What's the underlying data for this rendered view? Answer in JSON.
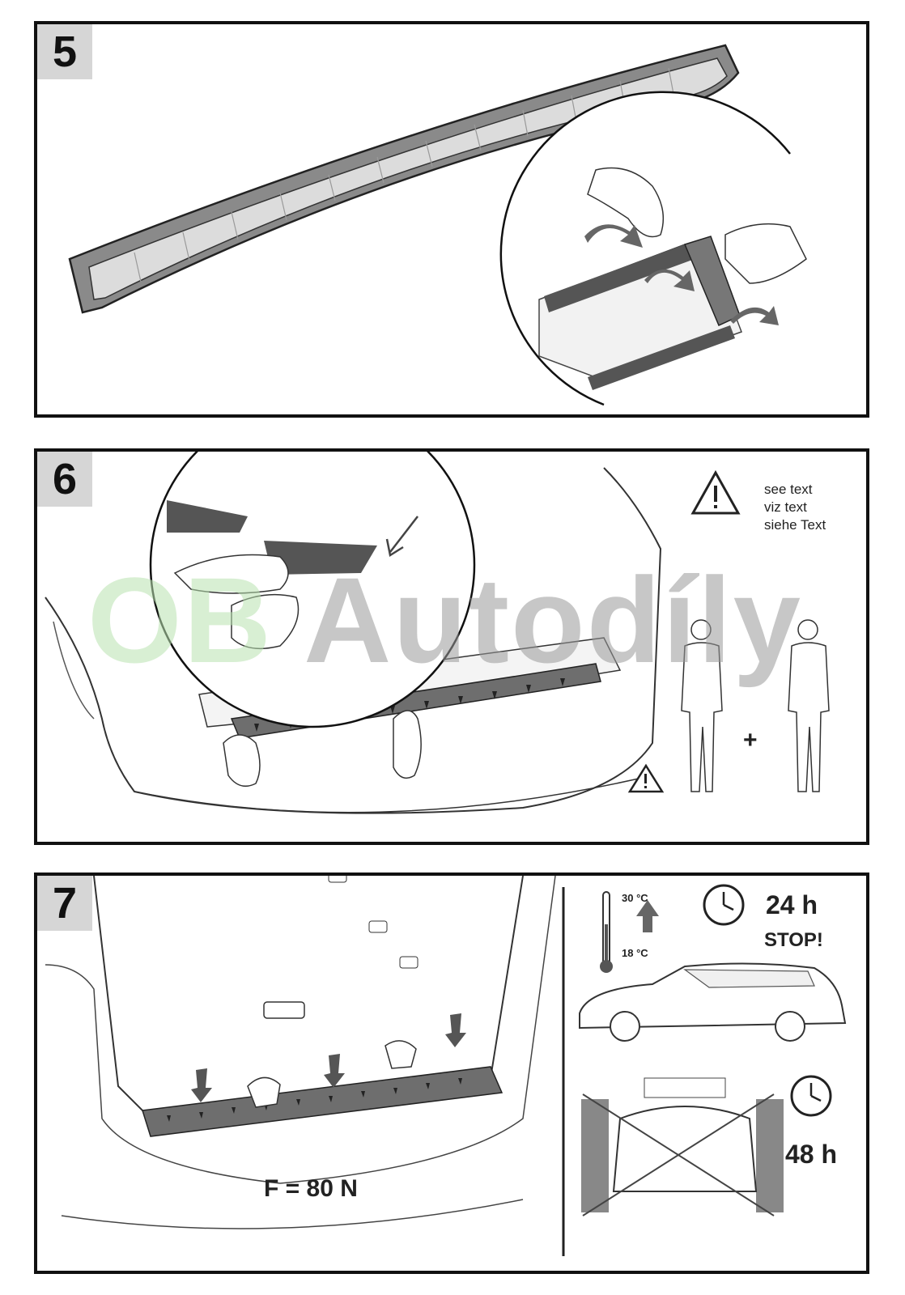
{
  "steps": {
    "step5": "5",
    "step6": "6",
    "step7": "7"
  },
  "warning": {
    "line1": "see text",
    "line2": "viz text",
    "line3": "siehe Text",
    "icon": "warning-triangle-icon"
  },
  "persons": {
    "plus": "+"
  },
  "force": {
    "label": "F = 80 N"
  },
  "temperature": {
    "high": "30 °C",
    "low": "18 °C",
    "icon": "thermometer-icon"
  },
  "cure": {
    "hours": "24 h",
    "stop": "STOP!",
    "icon": "clock-icon"
  },
  "carwash": {
    "hours": "48 h",
    "icon": "clock-icon"
  },
  "watermark": {
    "brand1": "OB",
    "brand2": "Autodíly"
  }
}
